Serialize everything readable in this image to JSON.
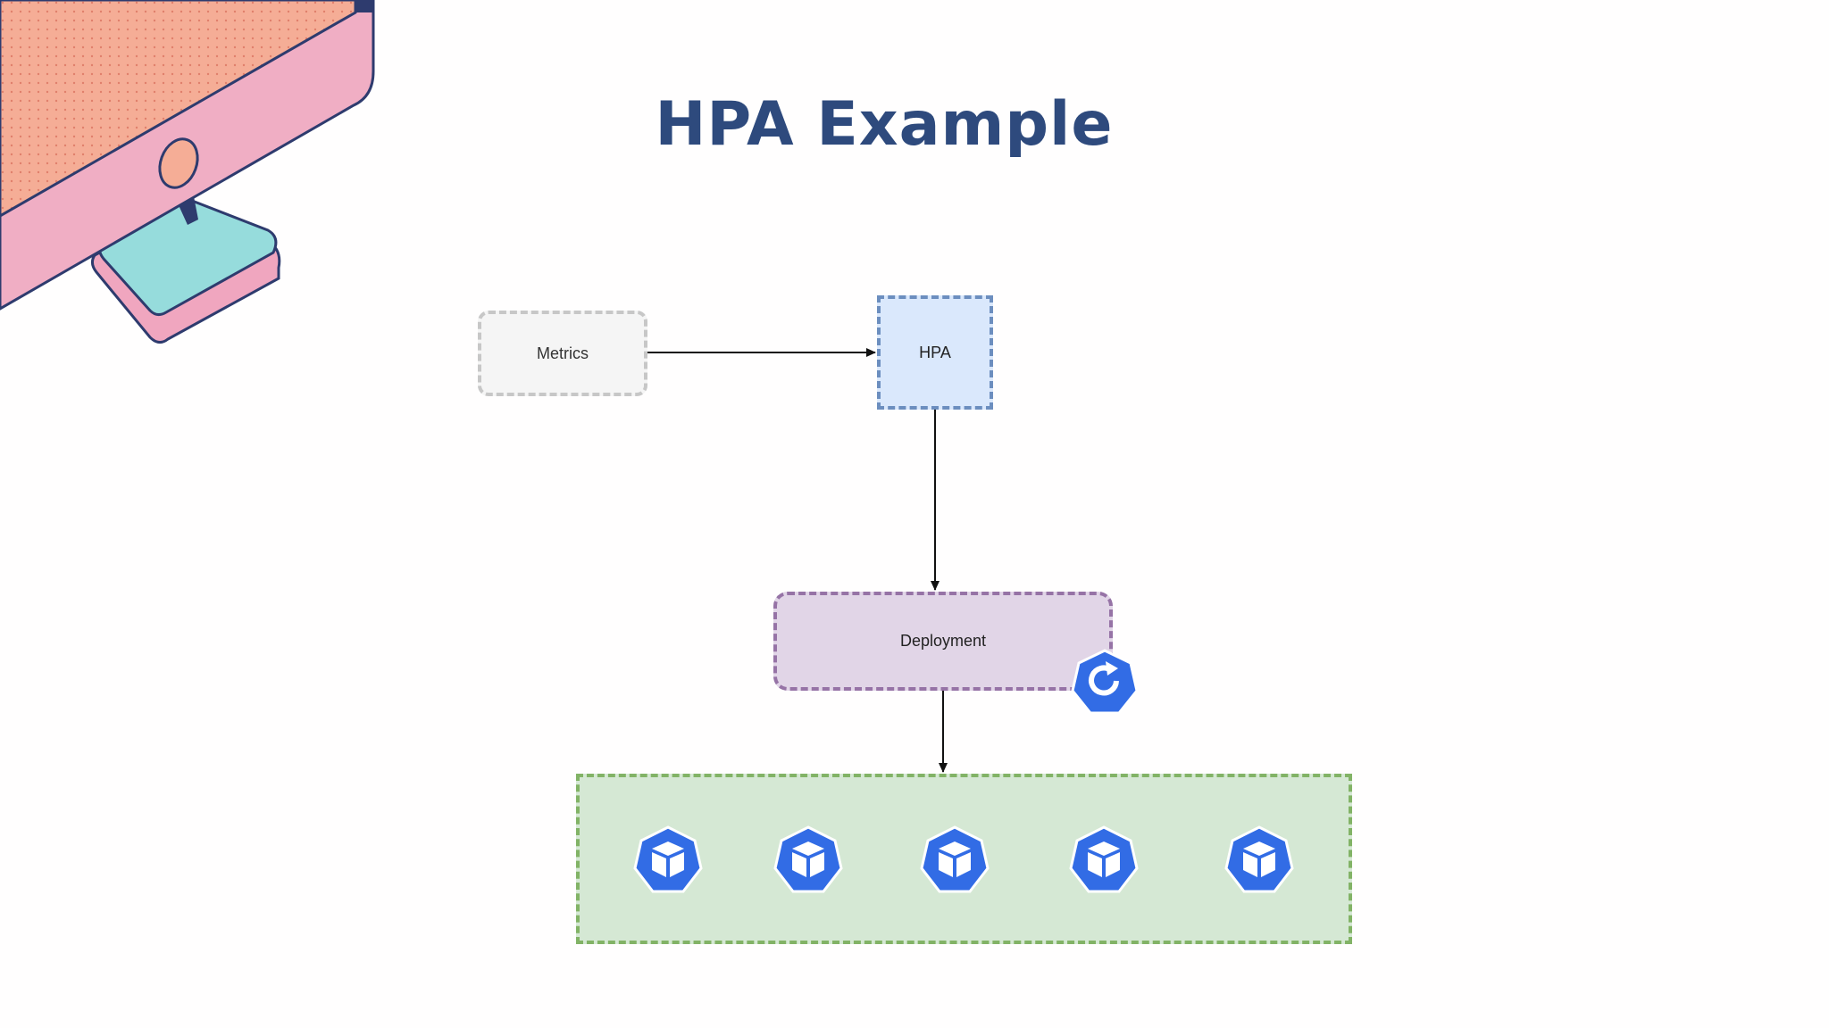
{
  "slide": {
    "title": "HPA Example"
  },
  "diagram": {
    "nodes": {
      "metrics": "Metrics",
      "hpa": "HPA",
      "deployment": "Deployment"
    },
    "pod_icon": "kubernetes-pod-icon",
    "deployment_icon": "kubernetes-deployment-icon",
    "pod_count": 5
  },
  "colors": {
    "title": "#2e4a7d",
    "k8s_blue": "#326ce5",
    "metrics_fill": "#f5f5f5",
    "hpa_fill": "#dae8fc",
    "deployment_fill": "#e1d5e7",
    "pods_fill": "#d5e8d4"
  }
}
